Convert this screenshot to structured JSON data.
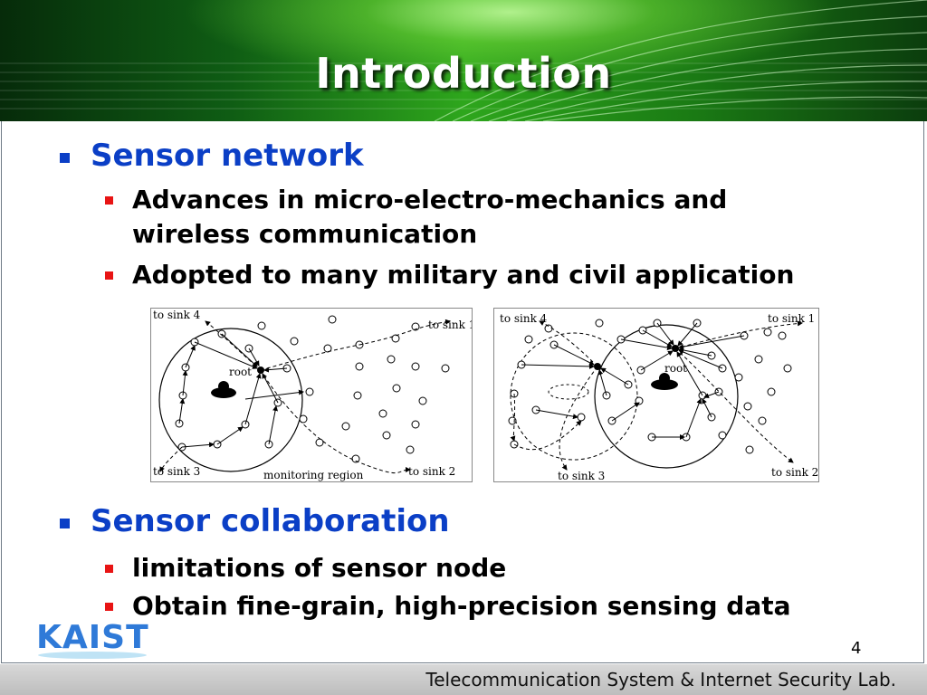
{
  "slide": {
    "title": "Introduction",
    "page_number": "4",
    "footer": "Telecommunication System & Internet Security Lab.",
    "logo": "KAIST"
  },
  "colors": {
    "title_text": "#ffffff",
    "level1_text": "#0b3fc6",
    "level1_bullet": "#0b3fc6",
    "level2_bullet": "#e81414",
    "body_text": "#000000"
  },
  "sections": [
    {
      "heading": "Sensor network",
      "items": [
        {
          "lines": [
            "Advances in micro-electro-mechanics and",
            "wireless communication"
          ]
        },
        {
          "lines": [
            "Adopted to many military and civil application"
          ]
        }
      ]
    },
    {
      "heading": "Sensor collaboration",
      "items": [
        {
          "lines": [
            "limitations of sensor node"
          ]
        },
        {
          "lines": [
            "Obtain fine-grain, high-precision sensing data"
          ]
        }
      ]
    }
  ],
  "figures": [
    {
      "labels": {
        "sink4": "to sink 4",
        "sink1": "to sink 1",
        "sink3": "to sink 3",
        "sink2": "to sink 2",
        "root": "root",
        "region": "monitoring region"
      }
    },
    {
      "labels": {
        "sink4": "to sink 4",
        "sink1": "to sink 1",
        "sink3": "to sink 3",
        "sink2": "to sink 2",
        "root": "root"
      }
    }
  ]
}
